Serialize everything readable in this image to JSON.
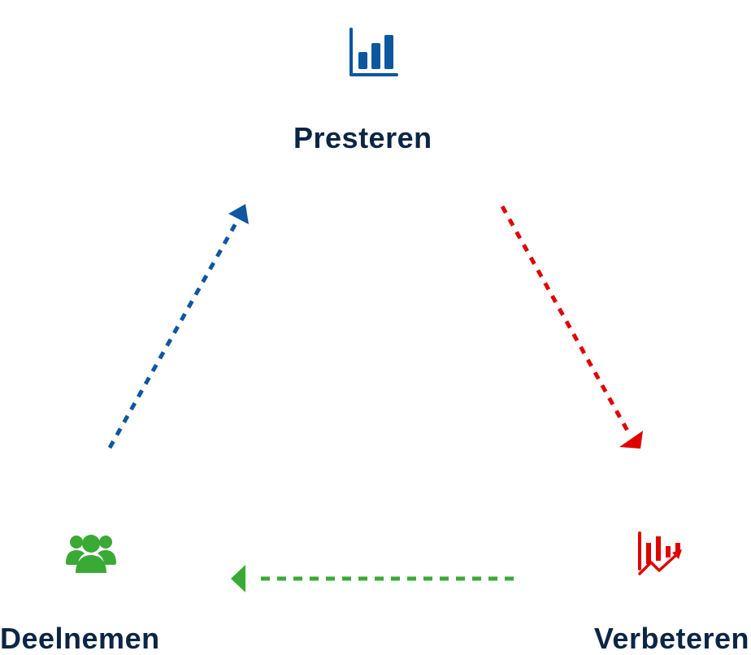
{
  "nodes": {
    "top": {
      "label": "Presteren",
      "icon": "bar-chart-icon"
    },
    "left": {
      "label": "Deelnemen",
      "icon": "users-group-icon"
    },
    "right": {
      "label": "Verbeteren",
      "icon": "chart-trend-up-icon"
    }
  },
  "colors": {
    "text": "#0b2545",
    "blue": "#0d56a0",
    "red": "#e00000",
    "green": "#3aa935"
  }
}
